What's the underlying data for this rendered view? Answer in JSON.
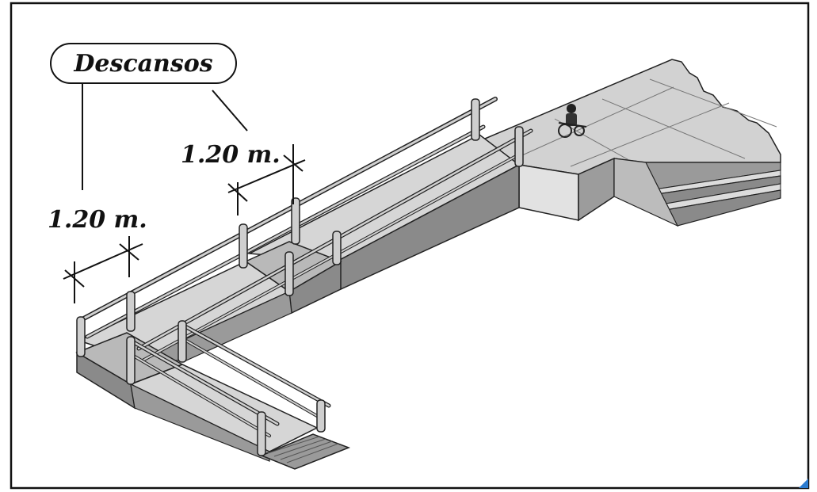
{
  "callout": {
    "text": "Descansos"
  },
  "dimensions": [
    {
      "text": "1.20 m."
    },
    {
      "text": "1.20 m."
    }
  ],
  "colors": {
    "frame": "#111111",
    "ramp_top": "#d6d6d6",
    "side_wall": "#8a8a8a",
    "landing_top": "#b9b9b9",
    "plaza": "#d2d2d2",
    "rail": "#c8c8c8",
    "post": "#cfcfcf",
    "ink": "#222222"
  }
}
